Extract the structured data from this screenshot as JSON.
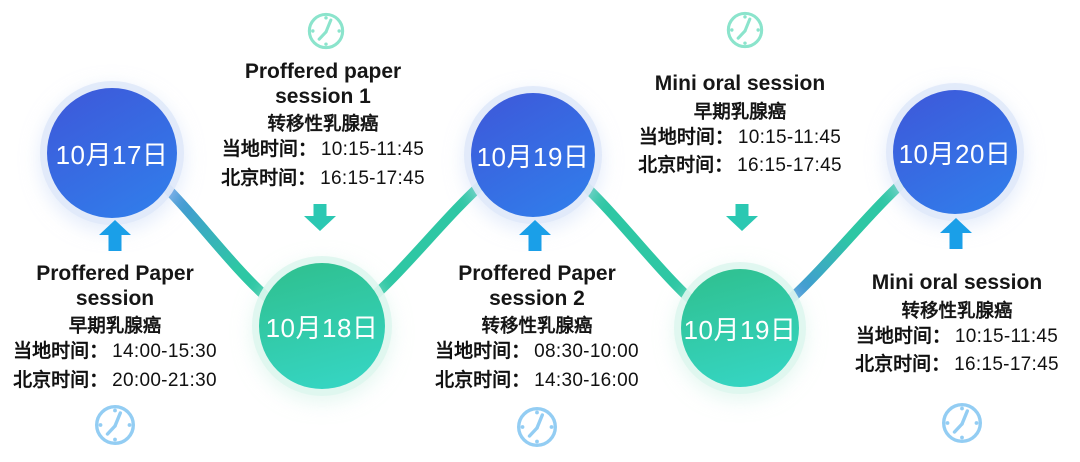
{
  "diagram": {
    "nodes": [
      {
        "date": "10月17日",
        "color": "blue"
      },
      {
        "date": "10月18日",
        "color": "green"
      },
      {
        "date": "10月19日",
        "color": "blue"
      },
      {
        "date": "10月19日",
        "color": "green"
      },
      {
        "date": "10月20日",
        "color": "blue"
      }
    ],
    "sessions": [
      {
        "title1": "Proffered Paper",
        "title2": "session",
        "subtitle": "早期乳腺癌",
        "local_label": "当地时间：",
        "local_time": "14:00-15:30",
        "beijing_label": "北京时间：",
        "beijing_time": "20:00-21:30"
      },
      {
        "title1": "Proffered paper",
        "title2": "session 1",
        "subtitle": "转移性乳腺癌",
        "local_label": "当地时间：",
        "local_time": "10:15-11:45",
        "beijing_label": "北京时间：",
        "beijing_time": "16:15-17:45"
      },
      {
        "title1": "Proffered Paper",
        "title2": "session 2",
        "subtitle": "转移性乳腺癌",
        "local_label": "当地时间：",
        "local_time": "08:30-10:00",
        "beijing_label": "北京时间：",
        "beijing_time": "14:30-16:00"
      },
      {
        "title1": "Mini oral session",
        "title2": "",
        "subtitle": "早期乳腺癌",
        "local_label": "当地时间：",
        "local_time": "10:15-11:45",
        "beijing_label": "北京时间：",
        "beijing_time": "16:15-17:45"
      },
      {
        "title1": "Mini oral session",
        "title2": "",
        "subtitle": "转移性乳腺癌",
        "local_label": "当地时间：",
        "local_time": "10:15-11:45",
        "beijing_label": "北京时间：",
        "beijing_time": "16:15-17:45"
      }
    ],
    "colors": {
      "wave_teal": "#2EC7A4",
      "wave_blue": "#4B87E8",
      "blue_node_start": "#3E57D9",
      "blue_node_end": "#3080EC",
      "green_node_start": "#2FBF8D",
      "green_node_end": "#36D7C7",
      "up_arrow": "#1A9FE8",
      "down_arrow": "#2BC8B2",
      "clock_top": "#8BE4CC",
      "clock_bottom": "#93CDF3",
      "date_text": "#FFFFFF",
      "body_text": "#111111"
    }
  }
}
